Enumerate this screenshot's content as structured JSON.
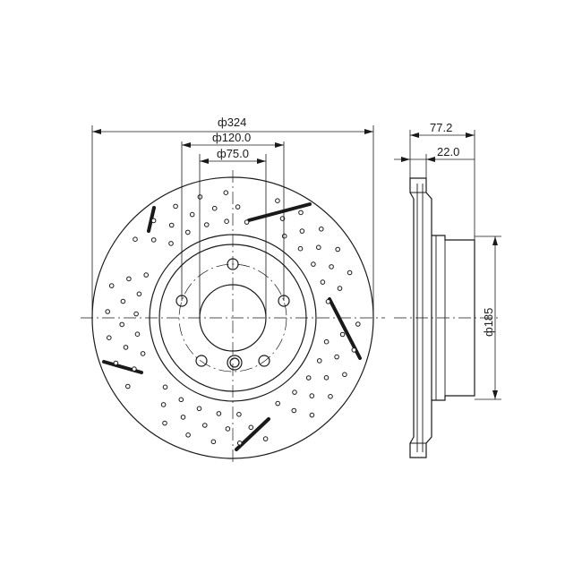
{
  "dimensions": {
    "outer_diameter": "ф324",
    "bolt_circle_diameter": "ф120.0",
    "center_bore_diameter": "ф75.0",
    "overall_height": "77.2",
    "disc_thickness": "22.0",
    "hat_diameter": "ф185"
  },
  "colors": {
    "line": "#1a1a1a",
    "background": "#ffffff"
  }
}
